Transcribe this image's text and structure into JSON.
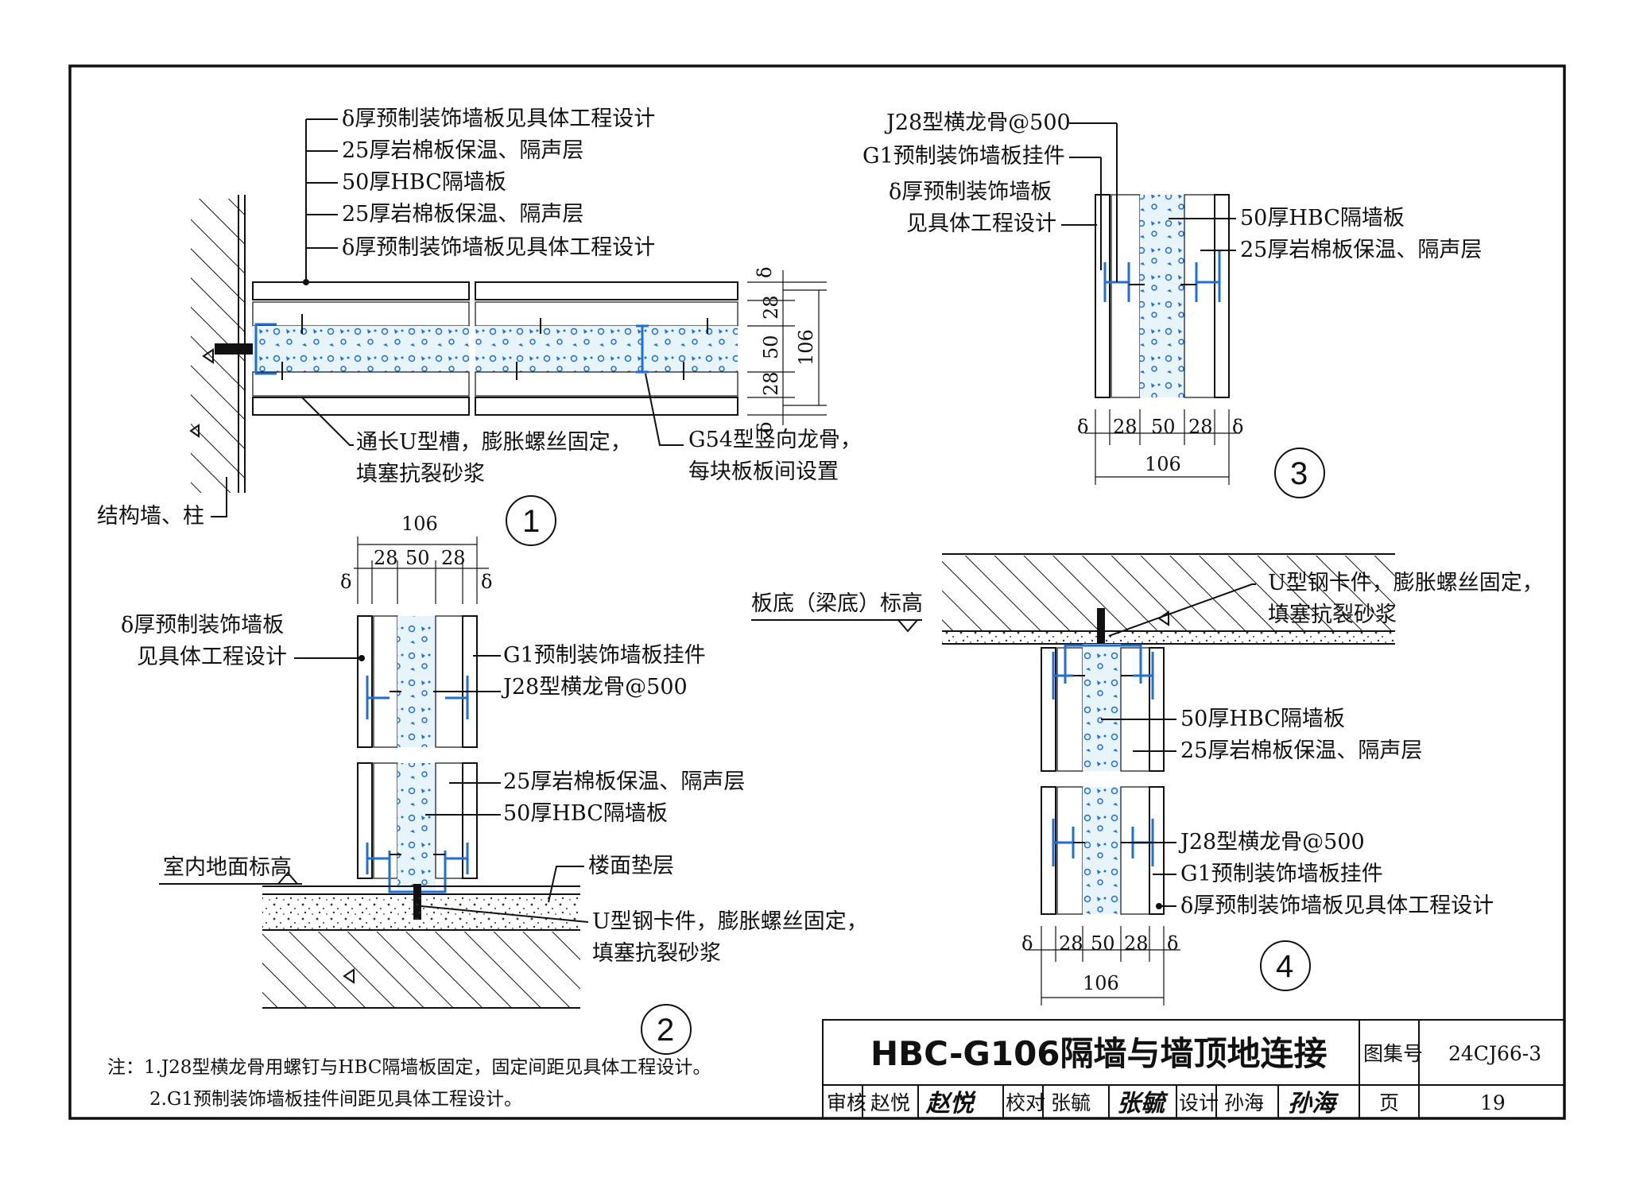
{
  "colors": {
    "frame": "#111111",
    "steel": "#1f6fd6",
    "hbc_fill": "#e8f4fb"
  },
  "detail1": {
    "callouts": [
      "δ厚预制装饰墙板见具体工程设计",
      "25厚岩棉板保温、隔声层",
      "50厚HBC隔墙板",
      "25厚岩棉板保温、隔声层",
      "δ厚预制装饰墙板见具体工程设计"
    ],
    "u_channel": [
      "通长U型槽，膨胀螺丝固定，",
      "填塞抗裂砂浆"
    ],
    "g54": [
      "G54型竖向龙骨，",
      "每块板板间设置"
    ],
    "struct_wall": "结构墙、柱",
    "dims": [
      "δ",
      "28",
      "50",
      "28",
      "δ",
      "106"
    ],
    "number": "1"
  },
  "detail2": {
    "top_dims": [
      "106",
      "28",
      "50",
      "28",
      "δ",
      "δ"
    ],
    "left_label": [
      "δ厚预制装饰墙板",
      "见具体工程设计"
    ],
    "g1": "G1预制装饰墙板挂件",
    "j28": "J28型横龙骨@500",
    "rock": "25厚岩棉板保温、隔声层",
    "hbc": "50厚HBC隔墙板",
    "floor_level": "室内地面标高",
    "floor_pad": "楼面垫层",
    "u_steel": [
      "U型钢卡件，膨胀螺丝固定，",
      "填塞抗裂砂浆"
    ],
    "number": "2"
  },
  "detail3": {
    "j28": "J28型横龙骨@500",
    "g1": "G1预制装饰墙板挂件",
    "left_label": [
      "δ厚预制装饰墙板",
      "见具体工程设计"
    ],
    "hbc": "50厚HBC隔墙板",
    "rock": "25厚岩棉板保温、隔声层",
    "dims": [
      "δ",
      "28",
      "50",
      "28",
      "δ",
      "106"
    ],
    "number": "3"
  },
  "detail4": {
    "ceiling": "板底（梁底）标高",
    "u_steel": [
      "U型钢卡件，膨胀螺丝固定，",
      "填塞抗裂砂浆"
    ],
    "hbc": "50厚HBC隔墙板",
    "rock": "25厚岩棉板保温、隔声层",
    "j28": "J28型横龙骨@500",
    "g1": "G1预制装饰墙板挂件",
    "panel": "δ厚预制装饰墙板见具体工程设计",
    "dims": [
      "δ",
      "28",
      "50",
      "28",
      "δ",
      "106"
    ],
    "number": "4"
  },
  "notes": [
    "注：1.J28型横龙骨用螺钉与HBC隔墙板固定，固定间距见具体工程设计。",
    "2.G1预制装饰墙板挂件间距见具体工程设计。"
  ],
  "title_block": {
    "title": "HBC-G106隔墙与墙顶地连接",
    "atlas_label": "图集号",
    "atlas_no": "24CJ66-3",
    "review_label": "审核",
    "reviewer": "赵悦",
    "reviewer_sig": "赵悦",
    "check_label": "校对",
    "checker": "张毓",
    "checker_sig": "张毓",
    "design_label": "设计",
    "designer": "孙海",
    "designer_sig": "孙海",
    "page_label": "页",
    "page_no": "19"
  }
}
